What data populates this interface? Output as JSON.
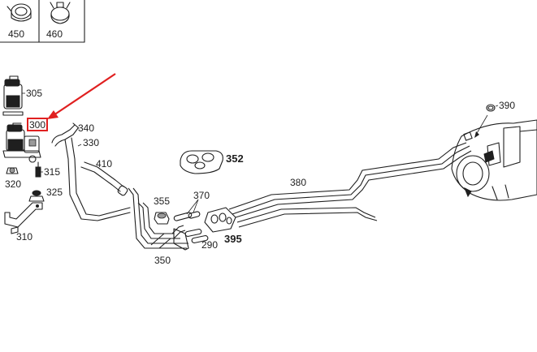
{
  "diagram": {
    "accent_color": "#e02020",
    "highlighted_part": "300",
    "callouts": {
      "c450": "450",
      "c460": "460",
      "c305": "305",
      "c300": "300",
      "c340": "340",
      "c330": "330",
      "c315": "315",
      "c320": "320",
      "c325": "325",
      "c310": "310",
      "c410": "410",
      "c352": "352",
      "c355": "355",
      "c370": "370",
      "c395": "395",
      "c290": "290",
      "c350": "350",
      "c380": "380",
      "c390": "390"
    }
  }
}
